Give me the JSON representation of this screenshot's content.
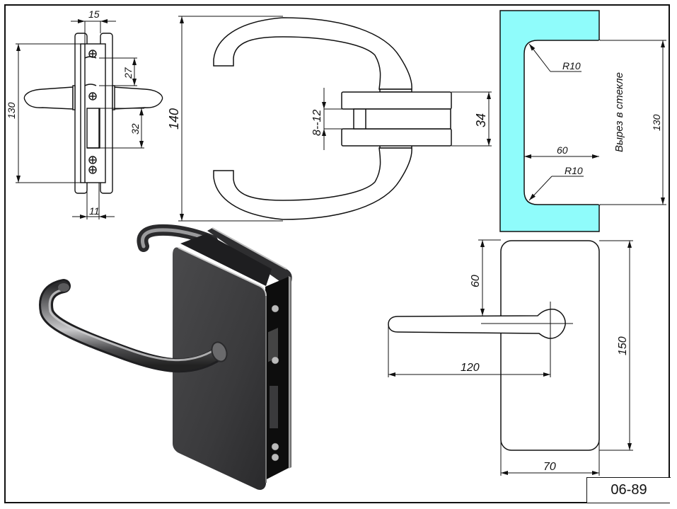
{
  "drawing": {
    "code": "06-89",
    "colors": {
      "glass": "#8ffcfb",
      "line": "#111111",
      "metal_dark": "#3f3f41",
      "metal_light": "#9a9a9c"
    }
  },
  "views": {
    "side_view": {
      "dims": {
        "top_width": "15",
        "height": "130",
        "screw_spacing": "27",
        "latch_height": "32",
        "bottom_width": "11"
      }
    },
    "top_view": {
      "dims": {
        "height": "140",
        "glass_thickness": "8--12",
        "body_thickness": "34"
      }
    },
    "glass_cutout": {
      "label": "Вырез в стекле",
      "dims": {
        "radius_top": "R10",
        "radius_bottom": "R10",
        "depth": "60",
        "height": "130"
      }
    },
    "front_view": {
      "dims": {
        "handle_offset": "60",
        "handle_length": "120",
        "height": "150",
        "width": "70"
      }
    },
    "render_3d": {
      "icon": "door-handle-lock-render"
    }
  }
}
